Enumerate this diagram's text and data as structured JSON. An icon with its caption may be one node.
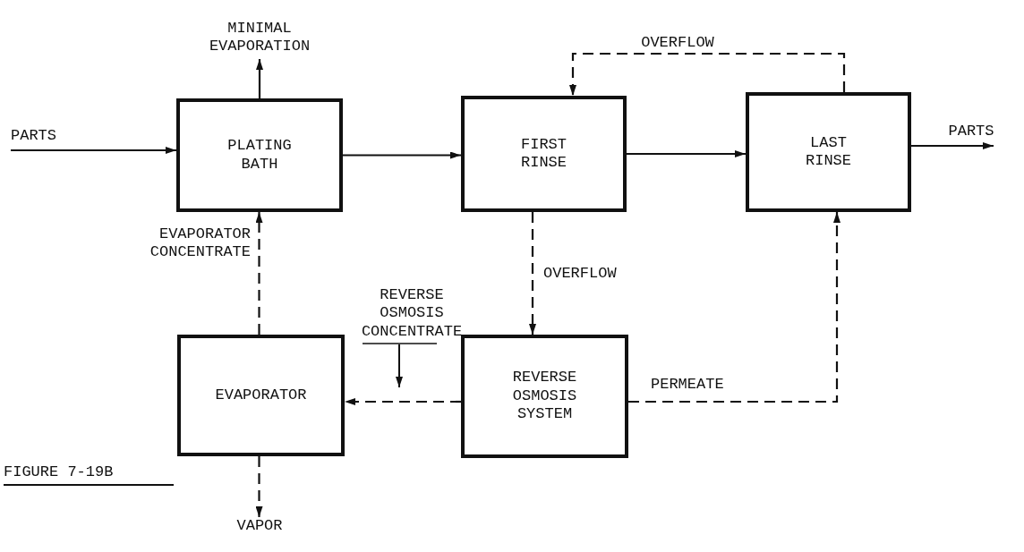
{
  "diagram": {
    "caption": "FIGURE 7-19B",
    "nodes": [
      {
        "text": [
          "MINIMAL EVAPORATION"
        ]
      },
      {
        "text": [
          "PARTS"
        ]
      },
      {
        "text": [
          "PLATING BATH"
        ]
      },
      {
        "text": [
          "FIRST RINSE"
        ]
      },
      {
        "text": [
          "LAST RINSE"
        ]
      },
      {
        "text": [
          "PARTS"
        ]
      },
      {
        "text": [
          "REVERSE OSMOSIS SYSTEM"
        ]
      },
      {
        "text": [
          "EVAPORATOR"
        ]
      },
      {
        "text": [
          "VAPOR"
        ]
      }
    ],
    "edges": [
      {
        "from": 1,
        "to": 2,
        "arrow": "to"
      },
      {
        "from": 2,
        "to": 0,
        "arrow": "to"
      },
      {
        "from": 2,
        "to": 3,
        "arrow": "to"
      },
      {
        "from": 3,
        "to": 4,
        "arrow": "to"
      },
      {
        "from": 4,
        "to": 5,
        "arrow": "to"
      },
      {
        "from": 4,
        "to": 3,
        "arrow": "to",
        "style": "dashed",
        "label": "OVERFLOW"
      },
      {
        "from": 3,
        "to": 6,
        "arrow": "to",
        "style": "dashed",
        "label": "OVERFLOW"
      },
      {
        "from": 6,
        "to": 4,
        "arrow": "to",
        "style": "dashed",
        "label": "PERMEATE"
      },
      {
        "from": 6,
        "to": 7,
        "arrow": "to",
        "style": "dashed",
        "label": "REVERSE OSMOSIS CONCENTRATE"
      },
      {
        "from": 7,
        "to": 2,
        "arrow": "to",
        "style": "dashed",
        "label": "EVAPORATOR CONCENTRATE"
      },
      {
        "from": 7,
        "to": 8,
        "arrow": "to",
        "style": "dashed"
      }
    ]
  }
}
